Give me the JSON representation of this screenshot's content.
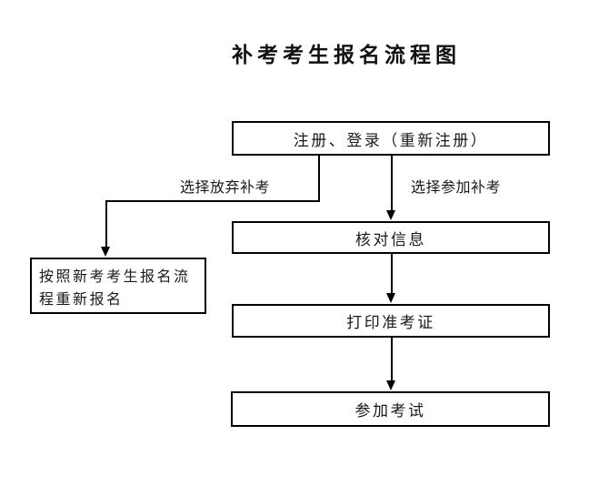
{
  "title": "补考考生报名流程图",
  "flowchart": {
    "nodes": {
      "register": {
        "label": "注册、登录（重新注册）"
      },
      "verify": {
        "label": "核对信息"
      },
      "print": {
        "label": "打印准考证"
      },
      "exam": {
        "label": "参加考试"
      },
      "reapply": {
        "label": "按照新考考生报名流程重新报名"
      }
    },
    "edges": {
      "give_up": {
        "label": "选择放弃补考",
        "from": "register",
        "to": "reapply"
      },
      "participate": {
        "label": "选择参加补考",
        "from": "register",
        "to": "verify"
      }
    }
  },
  "colors": {
    "background": "#ffffff",
    "line": "#000000",
    "text": "#1a1a1a"
  }
}
